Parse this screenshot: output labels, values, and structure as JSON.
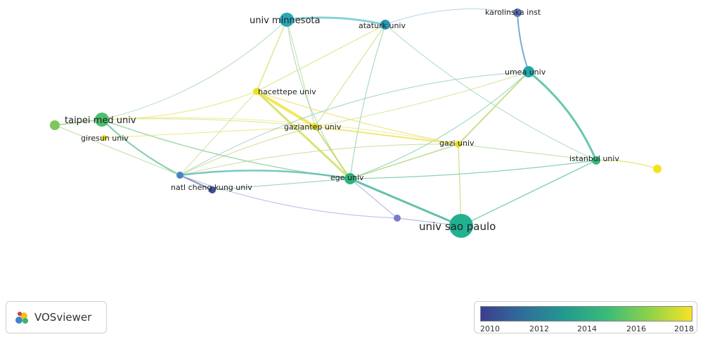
{
  "nodes": [
    {
      "id": "minnesota",
      "label": "univ minnesota",
      "color": "#2aa6b8"
    },
    {
      "id": "ataturk",
      "label": "ataturk univ",
      "color": "#2a97b0"
    },
    {
      "id": "karolinska",
      "label": "karolinska inst",
      "color": "#5a76b8"
    },
    {
      "id": "umea",
      "label": "umea univ",
      "color": "#1fa6a8"
    },
    {
      "id": "hacettepe",
      "label": "hacettepe univ",
      "color": "#efe01e"
    },
    {
      "id": "taipei",
      "label": "taipei med univ",
      "color": "#4fbf6e"
    },
    {
      "id": "taipei_sat",
      "label": "",
      "color": "#7cc85a"
    },
    {
      "id": "giresun",
      "label": "giresun univ",
      "color": "#e8de28"
    },
    {
      "id": "gaziantep",
      "label": "gaziantep univ",
      "color": "#e8dd24"
    },
    {
      "id": "gazi",
      "label": "gazi univ",
      "color": "#e6dc26"
    },
    {
      "id": "istanbul",
      "label": "istanbul univ",
      "color": "#36b880"
    },
    {
      "id": "istanbul_sat",
      "label": "",
      "color": "#f5e21e"
    },
    {
      "id": "chengkung",
      "label": "natl cheng kung univ",
      "color": "#4784be"
    },
    {
      "id": "chengkung_sat",
      "label": "",
      "color": "#3d4f96"
    },
    {
      "id": "ege",
      "label": "ege univ",
      "color": "#2fb27c"
    },
    {
      "id": "saopaulo_sat",
      "label": "",
      "color": "#7a7bc8"
    },
    {
      "id": "saopaulo",
      "label": "univ sao paulo",
      "color": "#22b191"
    }
  ],
  "legend": {
    "ticks": [
      "2010",
      "2012",
      "2014",
      "2016",
      "2018"
    ],
    "colors": [
      "#3b3f8f",
      "#2f6e9b",
      "#239a8f",
      "#3bbb78",
      "#8fd24a",
      "#f7e225"
    ]
  },
  "logo": {
    "text": "VOSviewer"
  }
}
